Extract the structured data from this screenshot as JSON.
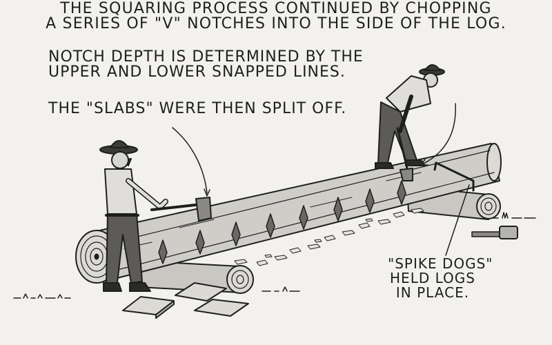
{
  "caption": {
    "title_lines": [
      "THE SQUARING PROCESS CONTINUED BY CHOPPING",
      "A SERIES OF \"V\" NOTCHES INTO THE SIDE OF THE LOG."
    ],
    "notch_depth_lines": [
      "NOTCH DEPTH IS DETERMINED BY THE",
      "UPPER AND LOWER SNAPPED LINES."
    ],
    "slabs_line": "THE \"SLABS\" WERE THEN SPLIT OFF.",
    "spike_dogs_lines": [
      "\"SPIKE DOGS\"",
      "HELD LOGS",
      "IN PLACE."
    ]
  },
  "colors": {
    "background": "#f2f1ee",
    "ink": "#1e1e1e",
    "log": "#cfcdc8",
    "log_end": "#dcdad5",
    "pants": "#5d5b57",
    "shirt": "#e0dedb",
    "hat": "#3c3b38"
  },
  "icons": [
    "woodsman-left-figure",
    "woodsman-right-figure",
    "broad-axe-icon",
    "felling-axe-icon",
    "mallet-icon",
    "spike-dog-icon"
  ]
}
